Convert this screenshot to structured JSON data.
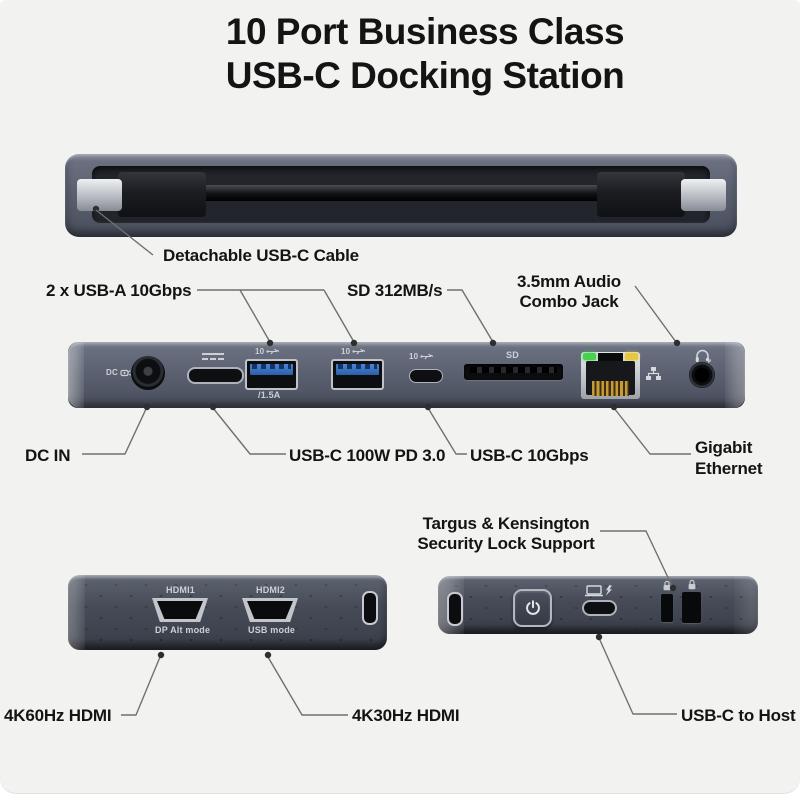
{
  "title": {
    "line1": "10 Port Business Class",
    "line2": "USB-C Docking Station"
  },
  "top_view": {
    "cable_label": "Detachable USB-C Cable"
  },
  "front_view": {
    "callouts": {
      "usba": "2 x USB-A 10Gbps",
      "sd": "SD 312MB/s",
      "audio_line1": "3.5mm Audio",
      "audio_line2": "Combo Jack",
      "dc_in": "DC IN",
      "usbc_pd": "USB-C 100W PD 3.0",
      "usbc_10g": "USB-C 10Gbps",
      "ethernet_line1": "Gigabit",
      "ethernet_line2": "Ethernet"
    },
    "port_marks": {
      "dc": "DC",
      "usb_speed": "10",
      "usba_current": "/1.5A",
      "sd": "SD"
    }
  },
  "back_view": {
    "hdmi1_label": "HDMI1",
    "hdmi1_mode": "DP Alt mode",
    "hdmi2_label": "HDMI2",
    "hdmi2_mode": "USB mode",
    "callout_hdmi1": "4K60Hz HDMI",
    "callout_hdmi2": "4K30Hz HDMI"
  },
  "side_view": {
    "callout_lock_line1": "Targus & Kensington",
    "callout_lock_line2": "Security Lock Support",
    "callout_host": "USB-C to Host"
  },
  "colors": {
    "background": "#f2f2f0",
    "text": "#141414",
    "body_slate": "#5b6170",
    "body_dark": "#474c58",
    "usb_blue": "#3574c4",
    "led_green": "#46d14e",
    "led_amber": "#e7c73e",
    "pins_gold": "#c79a35",
    "leader_line": "#707070"
  }
}
